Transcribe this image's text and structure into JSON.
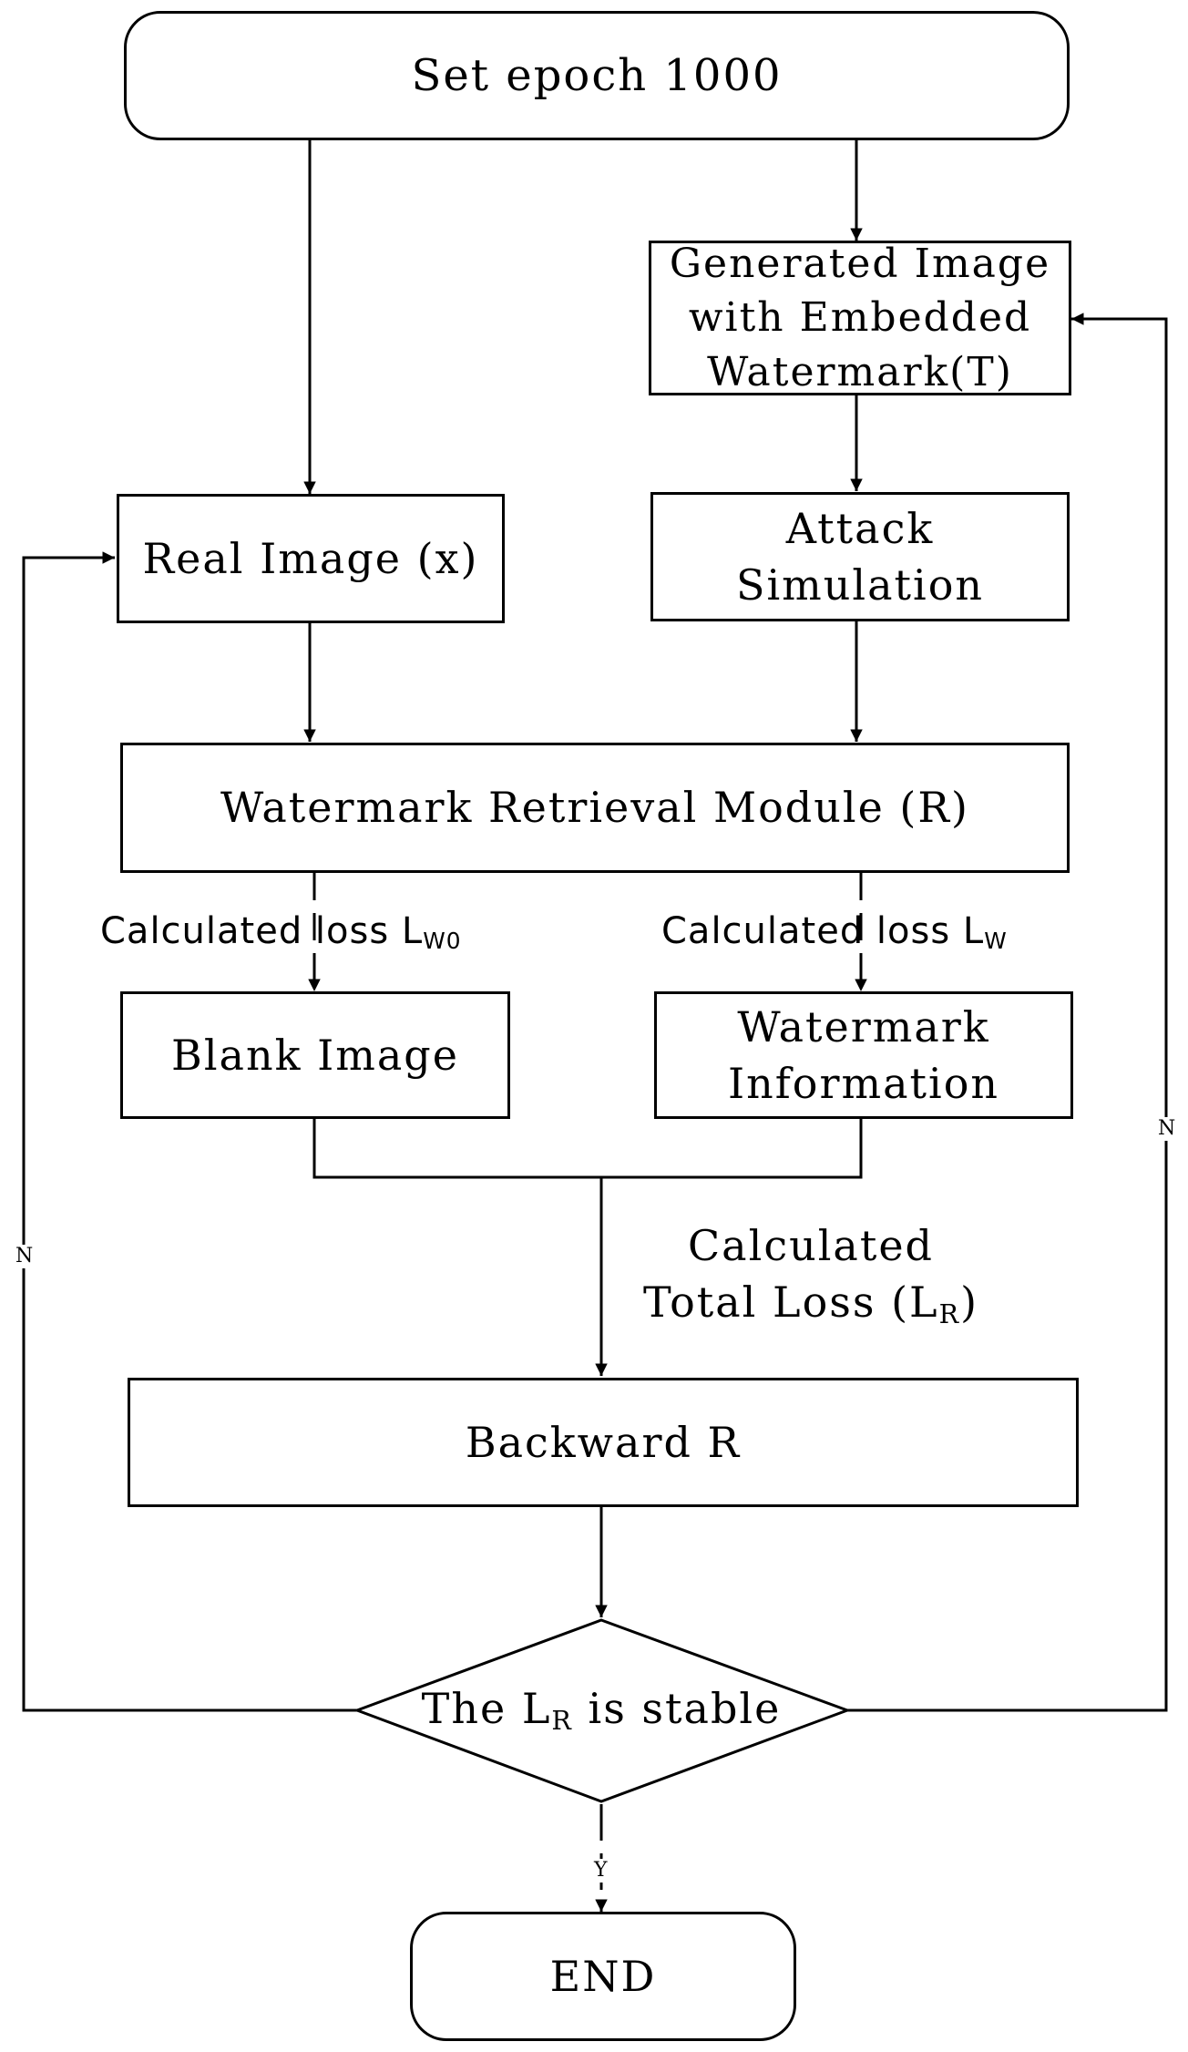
{
  "nodes": {
    "start": "Set epoch 1000",
    "generated": "Generated Image\nwith Embedded\nWatermark(T)",
    "real": "Real Image (x)",
    "attack": "Attack\nSimulation",
    "retrieval": "Watermark Retrieval Module (R)",
    "blank": "Blank Image",
    "watermark_info": "Watermark\nInformation",
    "backward": "Backward R",
    "decision": {
      "prefix": "The L",
      "sub": "R",
      "suffix": " is stable"
    },
    "end": "END"
  },
  "edge_labels": {
    "loss_w0": {
      "text": "Calculated loss L",
      "sub": "W0"
    },
    "loss_w": {
      "text": "Calculated loss L",
      "sub": "W"
    },
    "total_loss": {
      "line1": "Calculated",
      "line2": "Total Loss  (L",
      "sub": "R",
      "close": ")"
    },
    "no_left": "N",
    "no_right": "N",
    "yes": "Y"
  }
}
